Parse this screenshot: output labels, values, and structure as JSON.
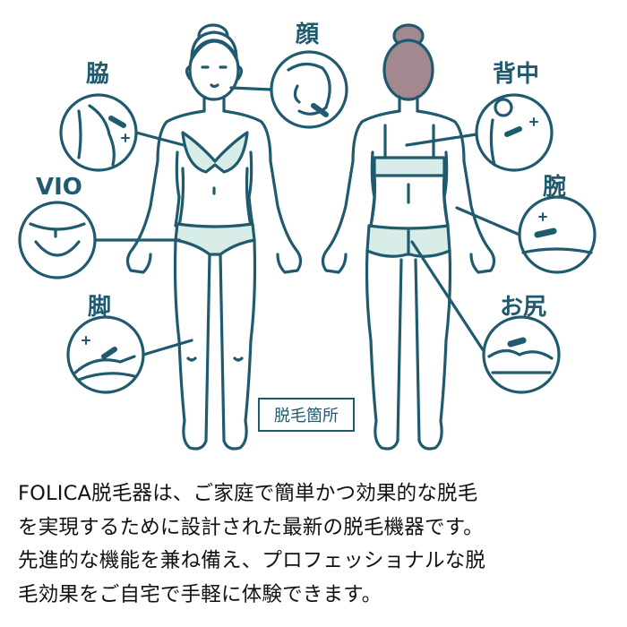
{
  "labels": {
    "face": "顔",
    "armpit": "脇",
    "vio": "VIO",
    "legs": "脚",
    "back": "背中",
    "arm": "腕",
    "buttocks": "お尻"
  },
  "legend": "脱毛箇所",
  "description_lines": [
    "FOLICA脱毛器は、ご家庭で簡単かつ効果的な脱毛",
    "を実現するために設計された最新の脱毛機器です。",
    "先進的な機能を兼ね備え、プロフェッショナルな脱",
    "毛効果をご自宅で手軽に体験できます。"
  ],
  "colors": {
    "outline": "#1f5a6e",
    "underwear": "#d8ece8",
    "hair_back": "#a3898f",
    "text": "#111111"
  }
}
